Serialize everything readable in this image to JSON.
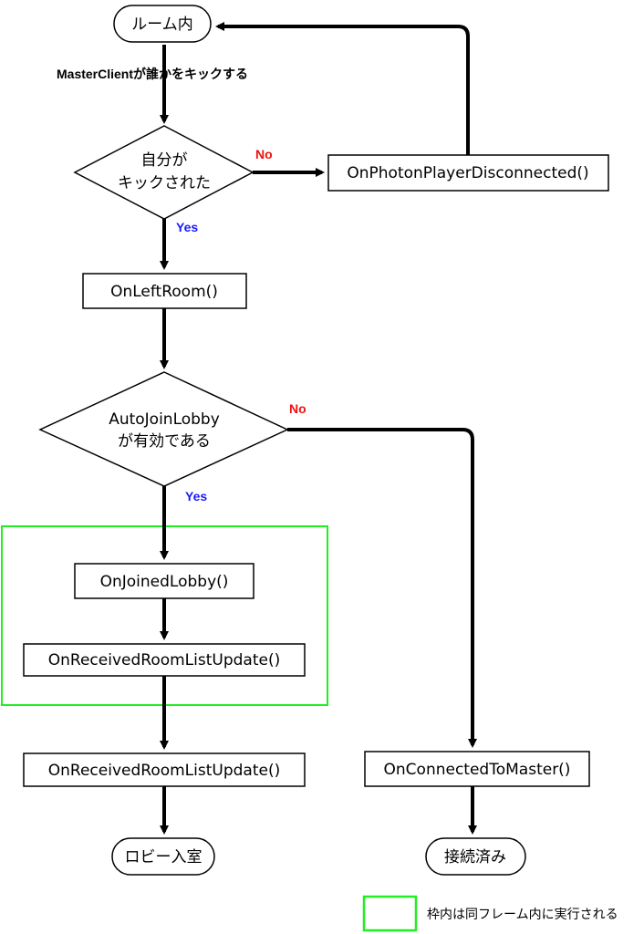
{
  "nodes": {
    "room": "ルーム内",
    "decision_kicked_line1": "自分が",
    "decision_kicked_line2": "キックされた",
    "player_disconnected": "OnPhotonPlayerDisconnected()",
    "left_room": "OnLeftRoom()",
    "decision_lobby_line1": "AutoJoinLobby",
    "decision_lobby_line2": "が有効である",
    "joined_lobby": "OnJoinedLobby()",
    "room_list_update_in_frame": "OnReceivedRoomListUpdate()",
    "room_list_update": "OnReceivedRoomListUpdate()",
    "connected_to_master": "OnConnectedToMaster()",
    "lobby_entry": "ロビー入室",
    "connected": "接続済み"
  },
  "edge_labels": {
    "master_kick": "MasterClientが誰かをキックする",
    "kicked_no": "No",
    "kicked_yes": "Yes",
    "lobby_no": "No",
    "lobby_yes": "Yes"
  },
  "legend": {
    "same_frame": "枠内は同フレーム内に実行される"
  },
  "colors": {
    "yes": "#1a1aff",
    "no": "#ee1111",
    "frame": "#22ee22",
    "line": "#000000"
  }
}
